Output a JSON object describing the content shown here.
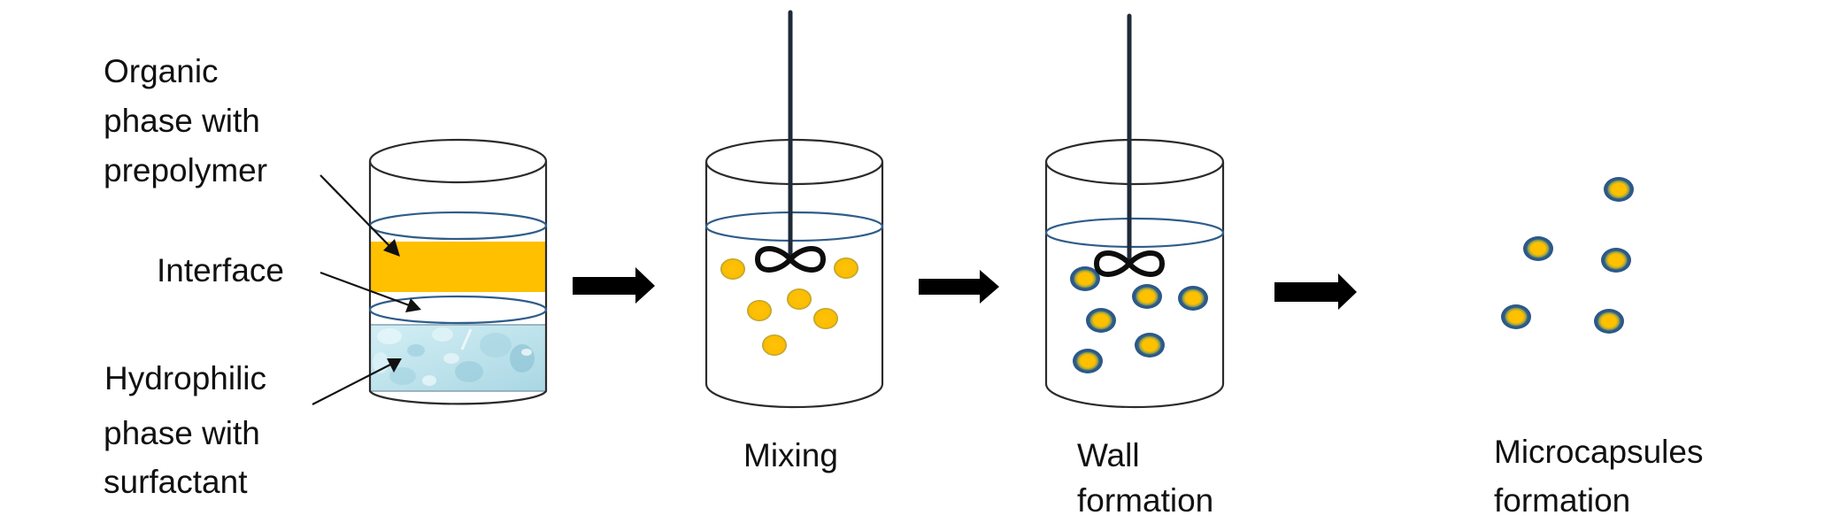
{
  "figure": {
    "title": "Microencapsulation by interfacial polymerization",
    "colors": {
      "organic_phase": "#ffc000",
      "hydrophilic_phase": "#c6e8f0",
      "hydrophilic_bubbles": "#93cbdb",
      "liquid_surface": "#2f5d8a",
      "capsule_wall": "#2e5c8c",
      "droplet_core": "#ffc000",
      "outline": "#2b2b2b",
      "arrow": "#000000"
    }
  },
  "stage1": {
    "annotations": [
      {
        "id": "organic",
        "lines": [
          "Organic",
          "phase with",
          "prepolymer"
        ]
      },
      {
        "id": "interface",
        "lines": [
          "Interface"
        ]
      },
      {
        "id": "hydrophilic",
        "lines": [
          "Hydrophilic",
          "phase with",
          "surfactant"
        ]
      }
    ]
  },
  "stage2": {
    "label_lines": [
      "Mixing"
    ],
    "droplet_count": 6,
    "has_stirrer": true
  },
  "stage3": {
    "label_lines": [
      "Wall",
      "formation"
    ],
    "capsule_count": 6,
    "has_stirrer": true
  },
  "stage4": {
    "label_lines": [
      "Microcapsules",
      "formation"
    ],
    "capsule_count": 5
  },
  "icons": {
    "process_arrow": "right-arrow-icon",
    "stirrer": "impeller-icon"
  }
}
